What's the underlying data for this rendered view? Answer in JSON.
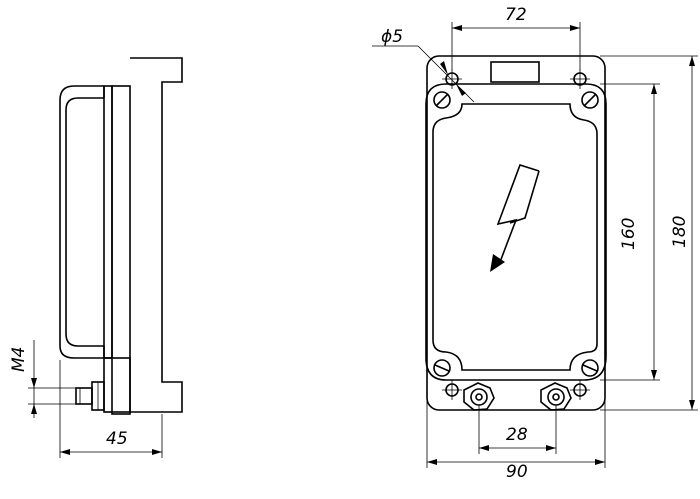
{
  "drawing": {
    "dimensions": {
      "hole_diameter": "ϕ5",
      "mounting_spacing_top": "72",
      "cover_height": "160",
      "overall_height": "180",
      "gland_spacing": "28",
      "overall_width": "90",
      "side_depth": "45",
      "bolt_thread": "M4"
    }
  }
}
